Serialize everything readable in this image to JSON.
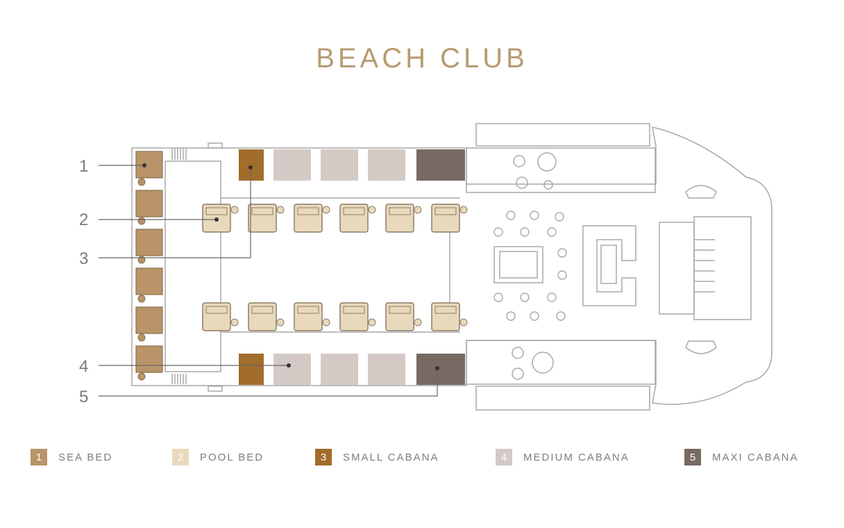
{
  "title": "BEACH CLUB",
  "colors": {
    "sea_bed": "#b89468",
    "pool_bed": "#e8d9bd",
    "small_cabana": "#a26c2b",
    "medium_cabana": "#d3cac6",
    "maxi_cabana": "#766a62",
    "line": "#9a9a9a",
    "title": "#b89a72"
  },
  "markers": [
    "1",
    "2",
    "3",
    "4",
    "5"
  ],
  "legend": [
    {
      "num": "1",
      "label": "SEA BED",
      "color": "#b89468"
    },
    {
      "num": "2",
      "label": "POOL BED",
      "color": "#e8d9bd"
    },
    {
      "num": "3",
      "label": "SMALL CABANA",
      "color": "#a26c2b"
    },
    {
      "num": "4",
      "label": "MEDIUM CABANA",
      "color": "#d3cac6"
    },
    {
      "num": "5",
      "label": "MAXI CABANA",
      "color": "#766a62"
    }
  ]
}
